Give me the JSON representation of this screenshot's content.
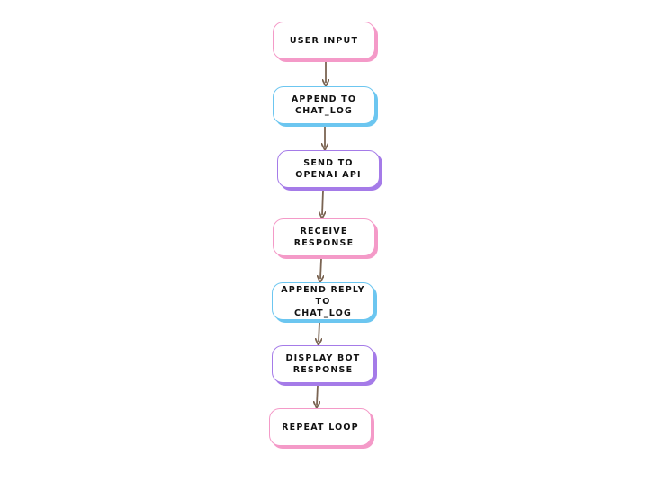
{
  "colors": {
    "pink": "#f49ac8",
    "blue": "#6cc6f0",
    "purple": "#a57be8",
    "arrow": "#7a6452"
  },
  "nodes": [
    {
      "label": "USER INPUT",
      "color": "pink"
    },
    {
      "label": "APPEND TO\nCHAT_LOG",
      "color": "blue"
    },
    {
      "label": "SEND TO\nOPENAI API",
      "color": "purple"
    },
    {
      "label": "RECEIVE\nRESPONSE",
      "color": "pink"
    },
    {
      "label": "APPEND REPLY TO\nCHAT_LOG",
      "color": "blue"
    },
    {
      "label": "DISPLAY BOT\nRESPONSE",
      "color": "purple"
    },
    {
      "label": "REPEAT LOOP",
      "color": "pink"
    }
  ]
}
